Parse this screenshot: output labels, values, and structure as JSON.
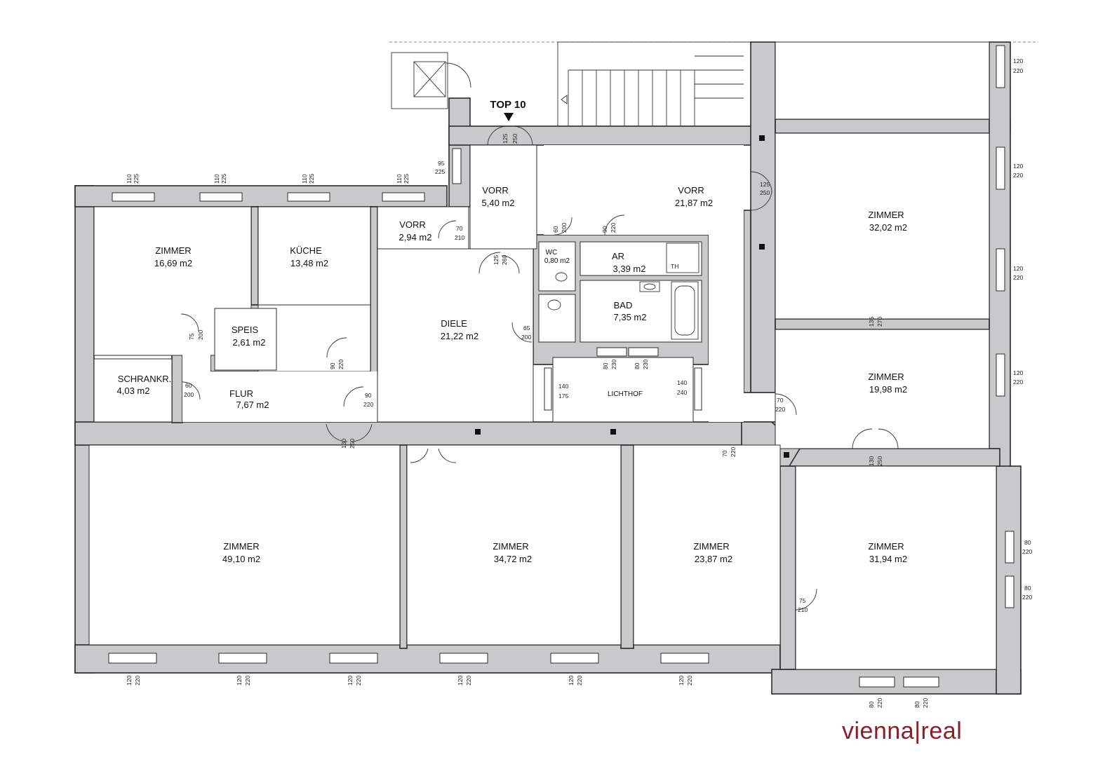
{
  "entrance_label": "TOP 10",
  "rooms": [
    {
      "id": "zimmer-16-69",
      "name": "ZIMMER",
      "area": "16,69 m2"
    },
    {
      "id": "kueche",
      "name": "KÜCHE",
      "area": "13,48 m2"
    },
    {
      "id": "vorr-2-94",
      "name": "VORR",
      "area": "2,94 m2"
    },
    {
      "id": "vorr-5-40",
      "name": "VORR",
      "area": "5,40 m2"
    },
    {
      "id": "vorr-21-87",
      "name": "VORR",
      "area": "21,87 m2"
    },
    {
      "id": "zimmer-32-02",
      "name": "ZIMMER",
      "area": "32,02 m2"
    },
    {
      "id": "wc",
      "name": "WC",
      "area": "0,80 m2"
    },
    {
      "id": "ar",
      "name": "AR",
      "area": "3,39 m2"
    },
    {
      "id": "bad",
      "name": "BAD",
      "area": "7,35 m2"
    },
    {
      "id": "speis",
      "name": "SPEIS",
      "area": "2,61 m2"
    },
    {
      "id": "diele",
      "name": "DIELE",
      "area": "21,22 m2"
    },
    {
      "id": "schrankr",
      "name": "SCHRANKR.",
      "area": "4,03 m2"
    },
    {
      "id": "flur",
      "name": "FLUR",
      "area": "7,67 m2"
    },
    {
      "id": "lichthof",
      "name": "LICHTHOF",
      "area": ""
    },
    {
      "id": "zimmer-19-98",
      "name": "ZIMMER",
      "area": "19,98 m2"
    },
    {
      "id": "zimmer-49-10",
      "name": "ZIMMER",
      "area": "49,10 m2"
    },
    {
      "id": "zimmer-34-72",
      "name": "ZIMMER",
      "area": "34,72 m2"
    },
    {
      "id": "zimmer-23-87",
      "name": "ZIMMER",
      "area": "23,87 m2"
    },
    {
      "id": "zimmer-31-94",
      "name": "ZIMMER",
      "area": "31,94 m2"
    }
  ],
  "dimensions": [
    "110",
    "225",
    "110",
    "225",
    "110",
    "225",
    "110",
    "225",
    "95",
    "225",
    "125",
    "250",
    "125",
    "250",
    "120",
    "220",
    "120",
    "220",
    "120",
    "220",
    "120",
    "220",
    "70",
    "210",
    "60",
    "200",
    "90",
    "220",
    "125",
    "260",
    "65",
    "200",
    "75",
    "200",
    "90",
    "220",
    "60",
    "200",
    "90",
    "220",
    "80",
    "230",
    "80",
    "230",
    "140",
    "175",
    "140",
    "240",
    "135",
    "270",
    "70",
    "220",
    "130",
    "250",
    "130",
    "250",
    "70",
    "220",
    "75",
    "210",
    "80",
    "220",
    "80",
    "220",
    "120",
    "220",
    "120",
    "220",
    "120",
    "220",
    "120",
    "220",
    "120",
    "220",
    "120",
    "220",
    "80",
    "220",
    "80",
    "220"
  ],
  "fixture_labels": {
    "th": "TH"
  },
  "brand": {
    "left": "vienna",
    "sep": "|",
    "right": "real"
  },
  "colors": {
    "wall": "#c9c9cb",
    "line": "#2b2b2b",
    "brand": "#8a1f28"
  }
}
